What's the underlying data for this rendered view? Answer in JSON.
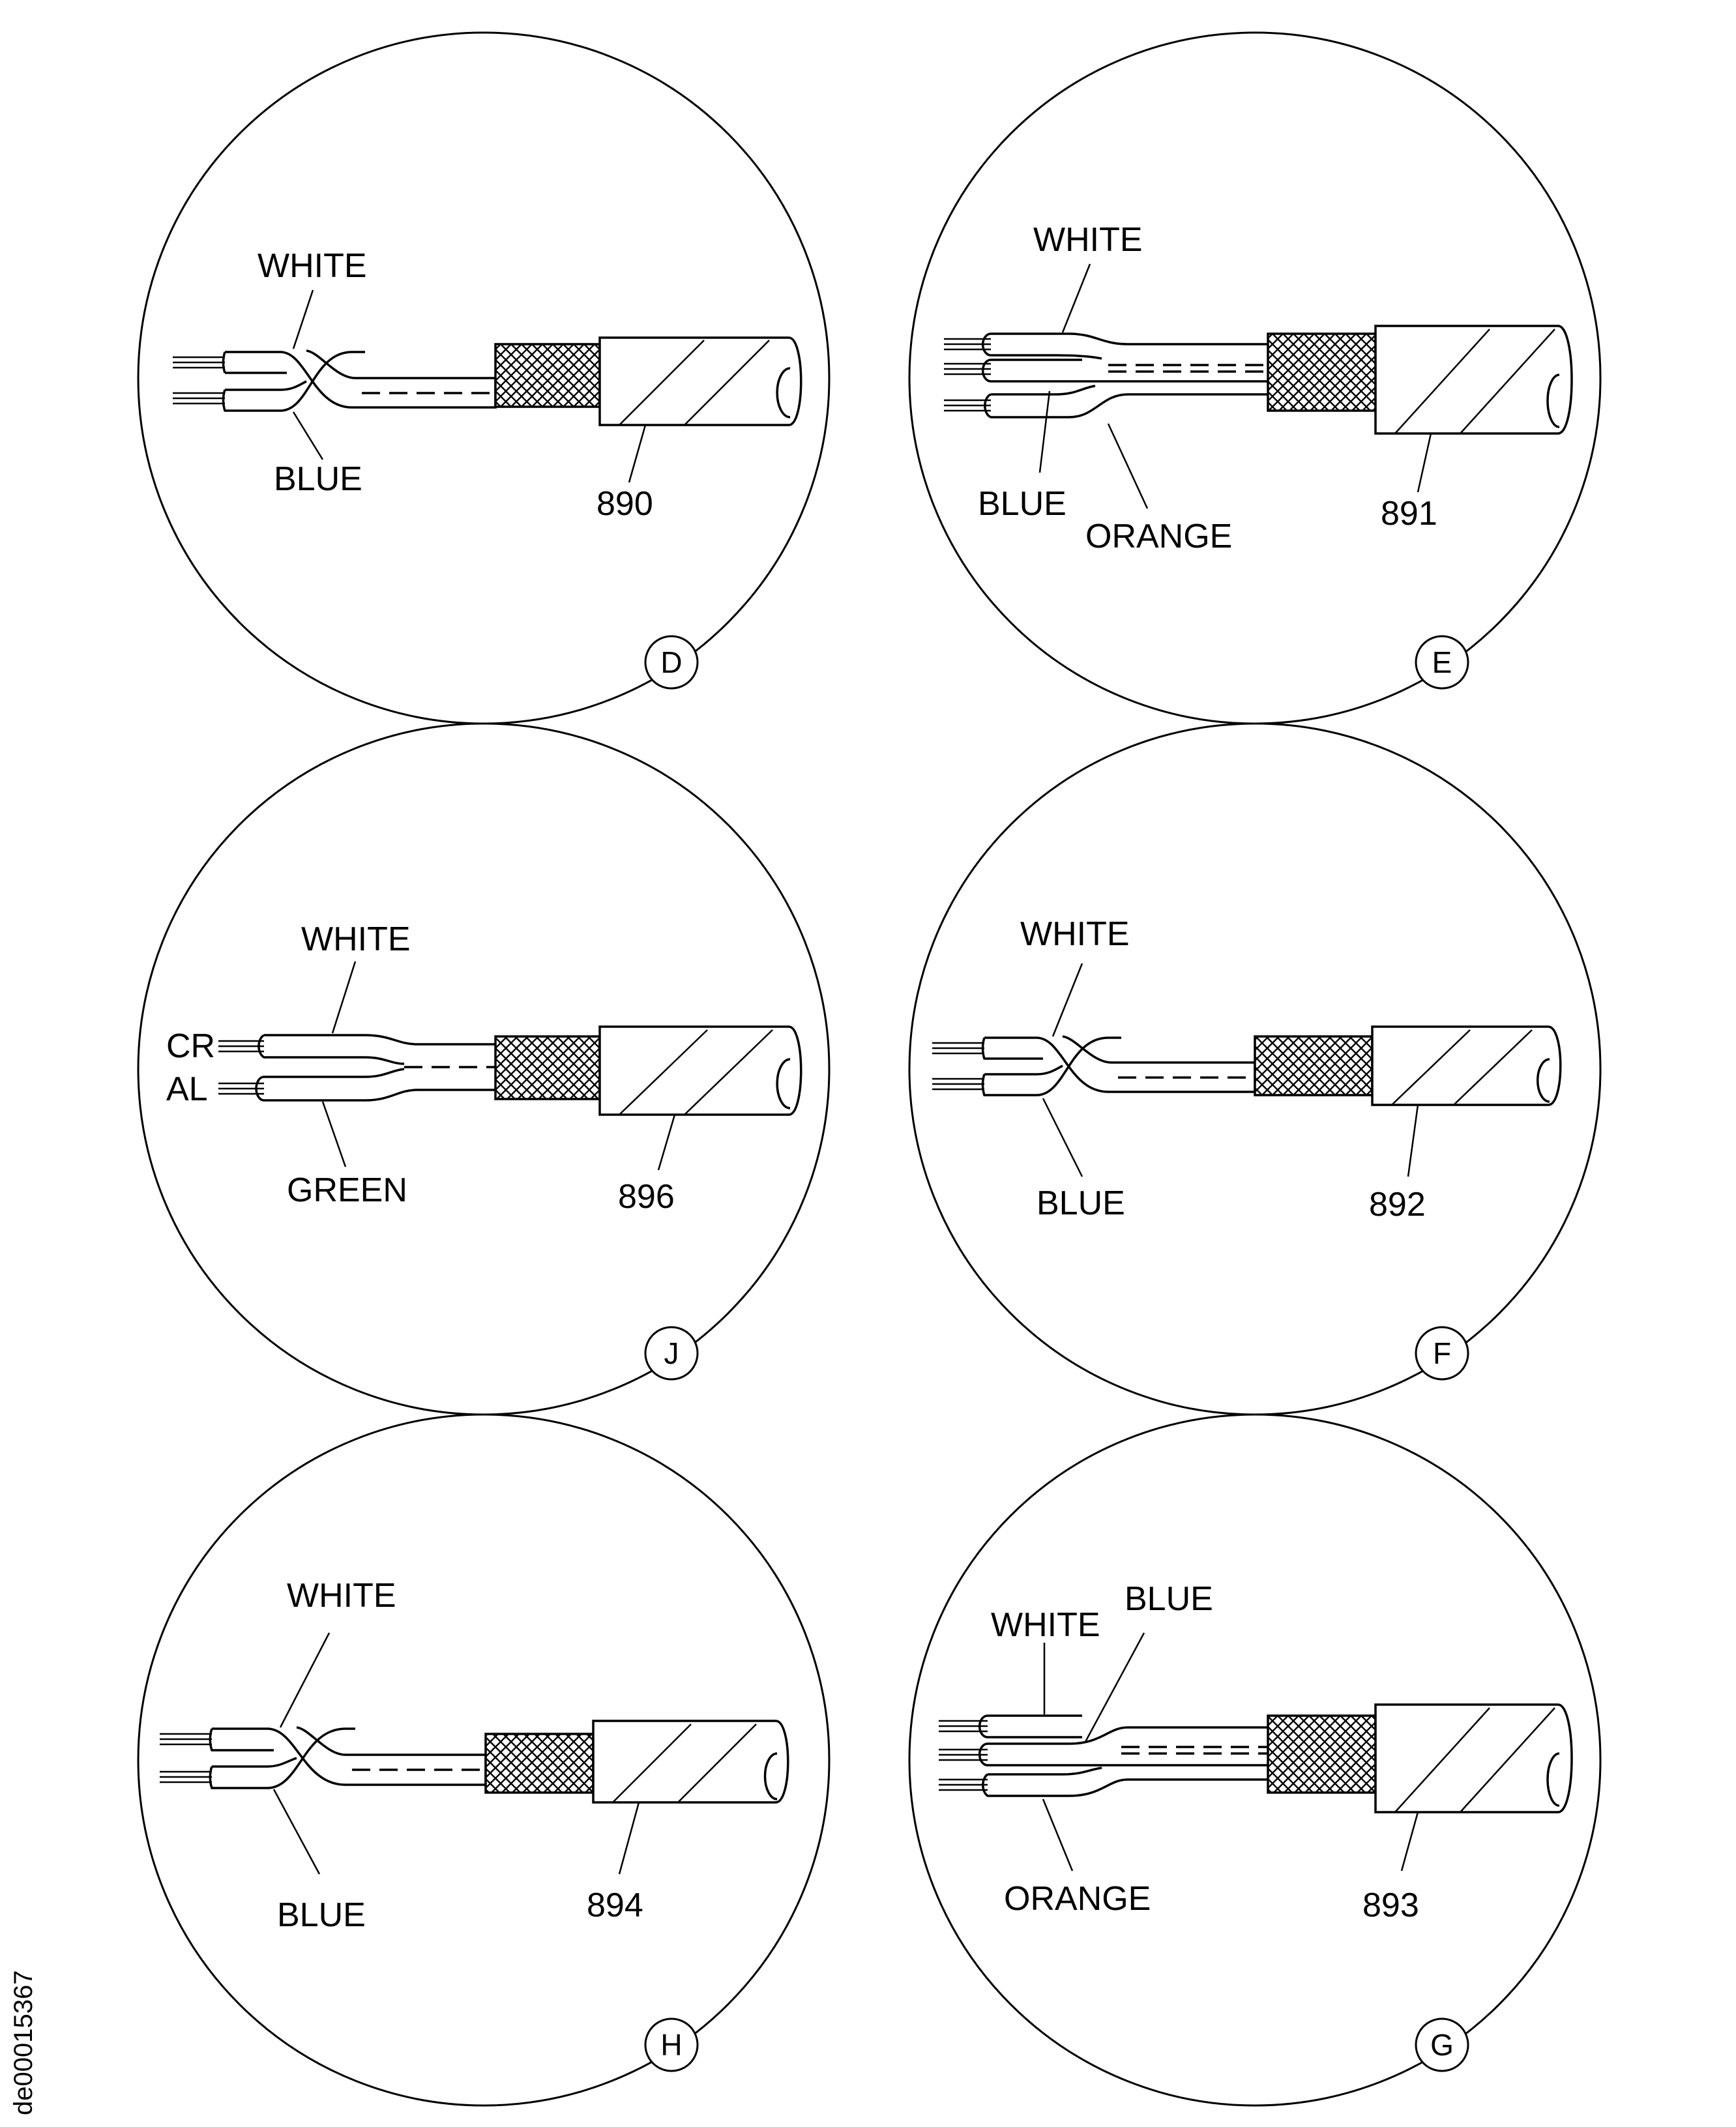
{
  "document_code": "de00015367",
  "panels": [
    {
      "id": "D",
      "cable_number": "890",
      "variant": "twisted2",
      "wires": [
        {
          "name": "WHITE"
        },
        {
          "name": "BLUE"
        }
      ]
    },
    {
      "id": "E",
      "cable_number": "891",
      "variant": "three",
      "wires": [
        {
          "name": "WHITE"
        },
        {
          "name": "BLUE"
        },
        {
          "name": "ORANGE"
        }
      ]
    },
    {
      "id": "J",
      "cable_number": "896",
      "variant": "parallel2",
      "wires": [
        {
          "name": "WHITE",
          "terminal": "CR"
        },
        {
          "name": "GREEN",
          "terminal": "AL"
        }
      ]
    },
    {
      "id": "F",
      "cable_number": "892",
      "variant": "twisted2",
      "wires": [
        {
          "name": "WHITE"
        },
        {
          "name": "BLUE"
        }
      ]
    },
    {
      "id": "H",
      "cable_number": "894",
      "variant": "twisted2",
      "wires": [
        {
          "name": "WHITE"
        },
        {
          "name": "BLUE"
        }
      ]
    },
    {
      "id": "G",
      "cable_number": "893",
      "variant": "three",
      "wires": [
        {
          "name": "WHITE"
        },
        {
          "name": "BLUE"
        },
        {
          "name": "ORANGE"
        }
      ]
    }
  ]
}
